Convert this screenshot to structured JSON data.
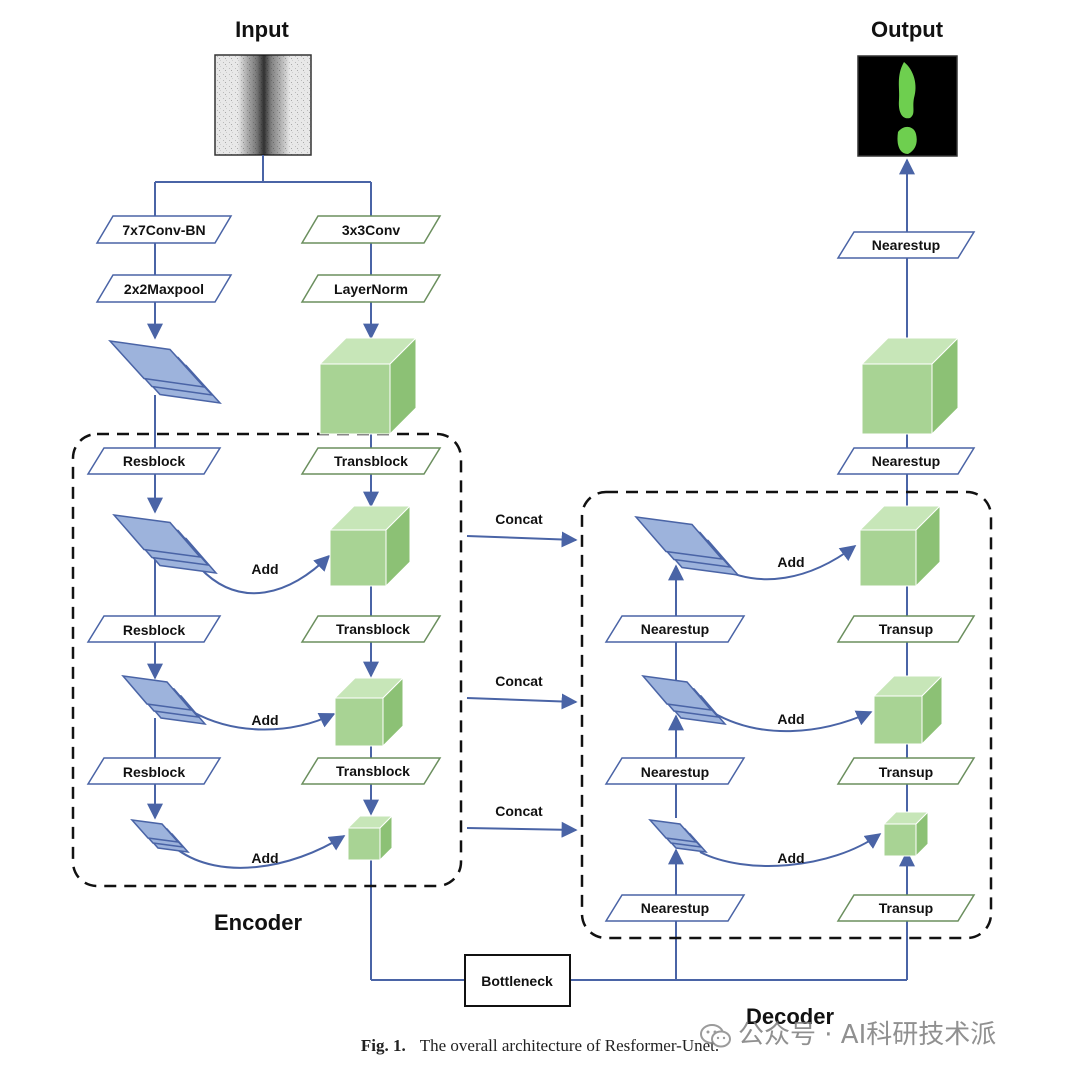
{
  "titles": {
    "input": "Input",
    "output": "Output",
    "encoder": "Encoder",
    "decoder": "Decoder"
  },
  "encoder": {
    "cnn_stem": [
      "7x7Conv-BN",
      "2x2Maxpool"
    ],
    "trans_stem": [
      "3x3Conv",
      "LayerNorm"
    ],
    "resblock": "Resblock",
    "transblock": "Transblock",
    "add": "Add"
  },
  "connections": {
    "concat": "Concat"
  },
  "bottleneck": "Bottleneck",
  "decoder": {
    "nearestup": "Nearestup",
    "transup": "Transup",
    "add": "Add"
  },
  "caption": {
    "prefix": "Fig. 1.",
    "text": "The overall architecture of Resformer-Unet."
  },
  "watermark": "公众号 · AI科研技术派",
  "colors": {
    "line": "#4a64a6",
    "cnn_fill": "#9db3dc",
    "cnn_stroke": "#4a64a6",
    "trans_front": "#a8d394",
    "trans_top": "#c7e6b8",
    "trans_side": "#8cc175",
    "green_label_border": "#6b8f5e",
    "mask": "#6ecf4f"
  }
}
